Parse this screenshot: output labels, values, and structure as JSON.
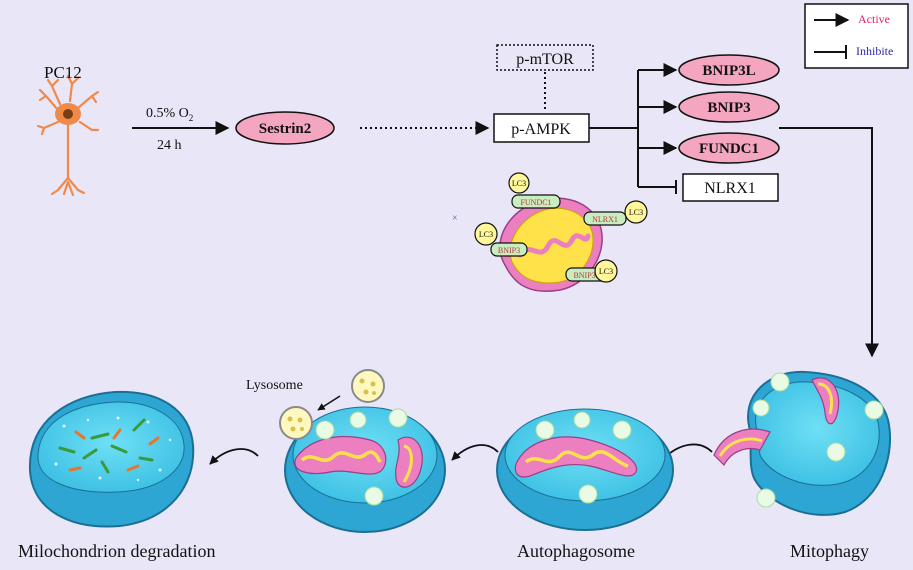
{
  "legend": {
    "active": "Active",
    "inhibite": "Inhibite",
    "active_color": "#e0245e",
    "inhibite_color": "#2a2aa8"
  },
  "cell_line": "PC12",
  "condition": {
    "o2_prefix": "0.5% O",
    "o2_sub": "2",
    "time": "24 h"
  },
  "nodes": {
    "sestrin2": "Sestrin2",
    "pmtor": "p-mTOR",
    "pampk": "p-AMPK",
    "bnip3l": "BNIP3L",
    "bnip3": "BNIP3",
    "fundc1": "FUNDC1",
    "nlrx1": "NLRX1"
  },
  "mito_labels": {
    "lc3": "LC3",
    "fundc1": "FUNDC1",
    "nlrx1": "NLRX1",
    "bnip3": "BNIP3",
    "bnip3l": "BNIP3L"
  },
  "stages": {
    "lysosome": "Lysosome",
    "degradation": "Milochondrion degradation",
    "autophagosome": "Autophagosome",
    "mitophagy": "Mitophagy"
  },
  "colors": {
    "background": "#e8e6f7",
    "pink_node": "#f4a6c0",
    "cell_blue": "#3fb8e6",
    "mito_pink": "#ec7fc0",
    "mito_yellow": "#ffe14a",
    "neuron": "#f08a4b"
  }
}
